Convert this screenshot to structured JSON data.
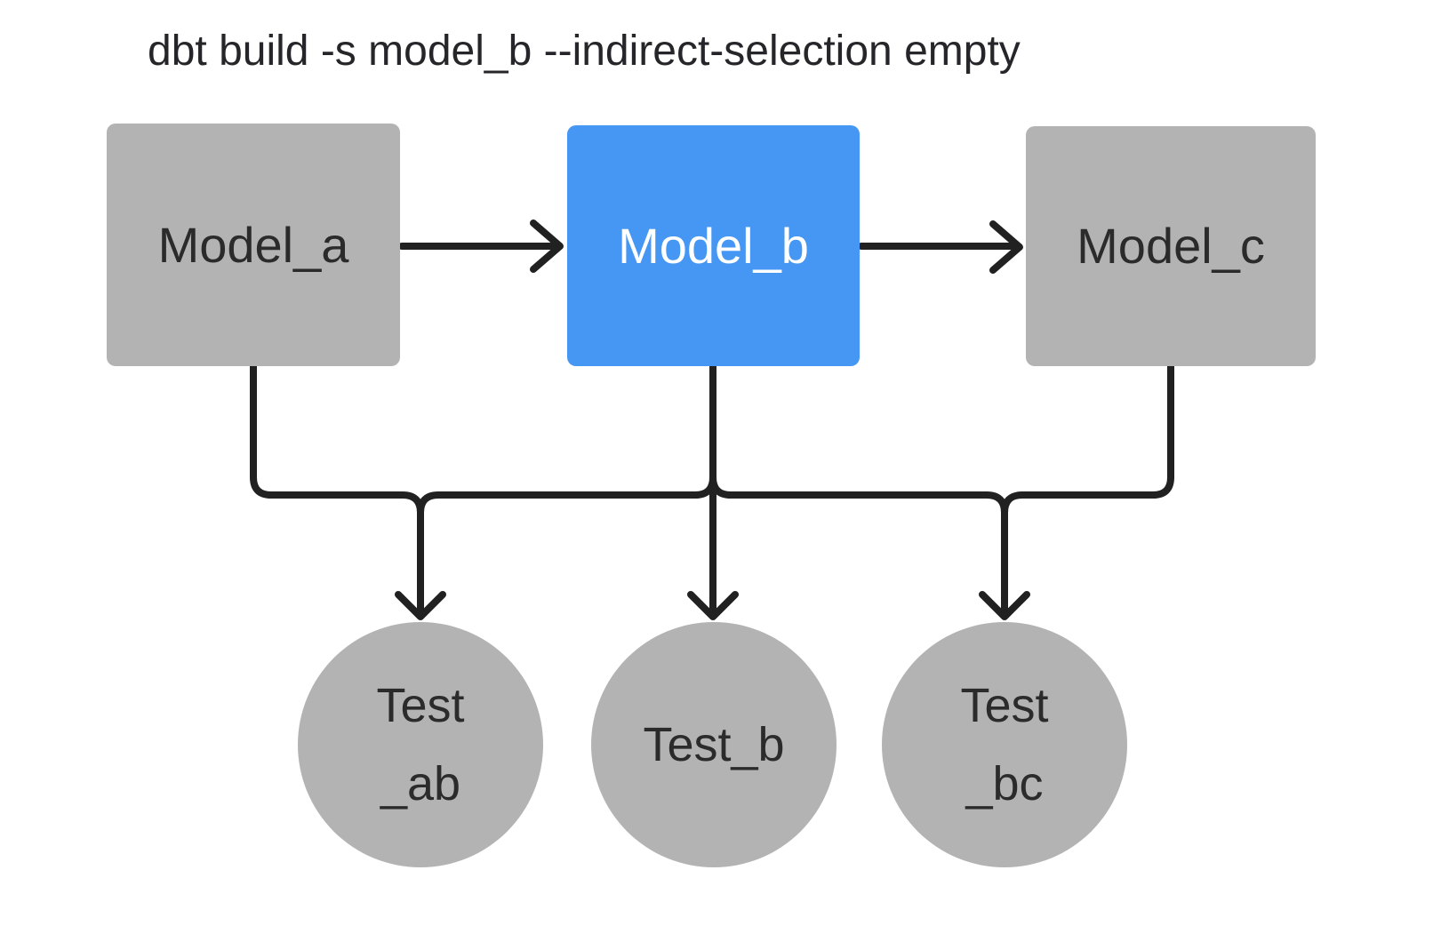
{
  "title": "dbt build -s model_b --indirect-selection empty",
  "colors": {
    "background": "#ffffff",
    "node_gray": "#b3b3b3",
    "selected_blue": "#4697f3",
    "edge_stroke": "#212121",
    "label_dark": "#2b2b2b",
    "label_on_selected": "#ffffff",
    "title_text": "#26262a"
  },
  "nodes": {
    "model_a": {
      "label": "Model_a",
      "type": "model",
      "shape": "box",
      "state": "unselected"
    },
    "model_b": {
      "label": "Model_b",
      "type": "model",
      "shape": "box",
      "state": "selected"
    },
    "model_c": {
      "label": "Model_c",
      "type": "model",
      "shape": "box",
      "state": "unselected"
    },
    "test_ab": {
      "label_line1": "Test",
      "label_line2": "_ab",
      "type": "test",
      "shape": "circle",
      "state": "unselected"
    },
    "test_b": {
      "label": "Test_b",
      "type": "test",
      "shape": "circle",
      "state": "unselected"
    },
    "test_bc": {
      "label_line1": "Test",
      "label_line2": "_bc",
      "type": "test",
      "shape": "circle",
      "state": "unselected"
    }
  },
  "edges": [
    {
      "from": "model_a",
      "to": "model_b"
    },
    {
      "from": "model_b",
      "to": "model_c"
    },
    {
      "from": "model_a",
      "to": "test_ab"
    },
    {
      "from": "model_b",
      "to": "test_ab"
    },
    {
      "from": "model_b",
      "to": "test_b"
    },
    {
      "from": "model_b",
      "to": "test_bc"
    },
    {
      "from": "model_c",
      "to": "test_bc"
    }
  ]
}
